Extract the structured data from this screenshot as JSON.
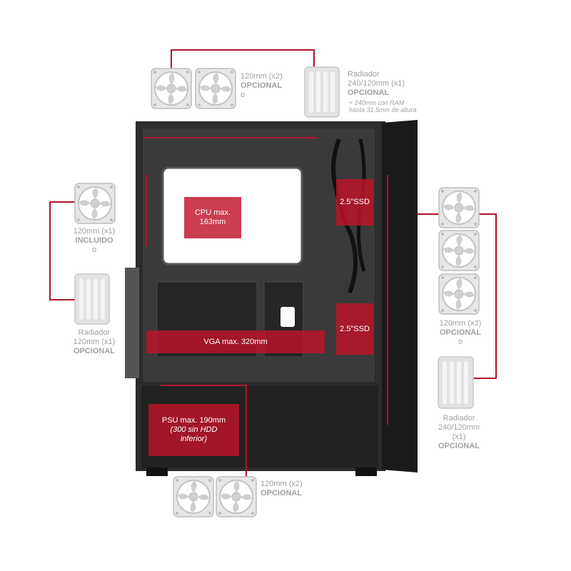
{
  "colors": {
    "accent": "#b0142a",
    "label_gray": "#a0a0a0",
    "case_dark": "#2a2a2a"
  },
  "top_fans": {
    "size": "120mm (x2)",
    "status": "OPCIONAL",
    "or": "o"
  },
  "top_radiator": {
    "title": "Radiador",
    "size": "240/120mm (x1)",
    "status": "OPCIONAL",
    "note_line1": "+ 240mm con RAM",
    "note_line2": "hasta 31,5mm de altura"
  },
  "rear_fan": {
    "size": "120mm (x1)",
    "status": "INCLUIDO",
    "or": "o"
  },
  "rear_radiator": {
    "title": "Radiador",
    "size": "120mm (x1)",
    "status": "OPCIONAL"
  },
  "front_fans": {
    "size": "120mm (x3)",
    "status": "OPCIONAL",
    "or": "o"
  },
  "front_radiator": {
    "title": "Radiador",
    "size_line1": "240/120mm",
    "size_line2": "(x1)",
    "status": "OPCIONAL"
  },
  "bottom_fans": {
    "size": "120mm (x2)",
    "status": "OPCIONAL"
  },
  "cpu": {
    "line1": "CPU max.",
    "line2": "163mm"
  },
  "ssd_top": {
    "label": "2.5\"SSD"
  },
  "ssd_bottom": {
    "label": "2.5\"SSD"
  },
  "vga": {
    "label": "VGA max. 320mm"
  },
  "psu": {
    "line1": "PSU max. 190mm",
    "line2": "(300 sin HDD",
    "line3": "inferior)"
  }
}
